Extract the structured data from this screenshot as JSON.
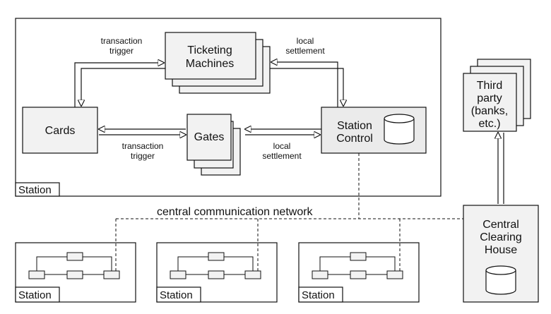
{
  "nodes": {
    "ticketing": [
      "Ticketing",
      "Machines"
    ],
    "cards": "Cards",
    "gates": "Gates",
    "station_control": [
      "Station",
      "Control"
    ],
    "third_party": [
      "Third",
      "party",
      "(banks,",
      "etc.)"
    ],
    "clearing_house": [
      "Central",
      "Clearing",
      "House"
    ]
  },
  "edges": {
    "tx_trigger_top": [
      "transaction",
      "trigger"
    ],
    "local_settle_top": [
      "local",
      "settlement"
    ],
    "tx_trigger_mid": [
      "transaction",
      "trigger"
    ],
    "local_settle_mid": [
      "local",
      "settlement"
    ]
  },
  "network_label": "central communication network",
  "station_tag": "Station",
  "colors": {
    "node_fill": "#f2f2f2",
    "station_control_fill": "#ebebeb",
    "stroke": "#111111"
  }
}
